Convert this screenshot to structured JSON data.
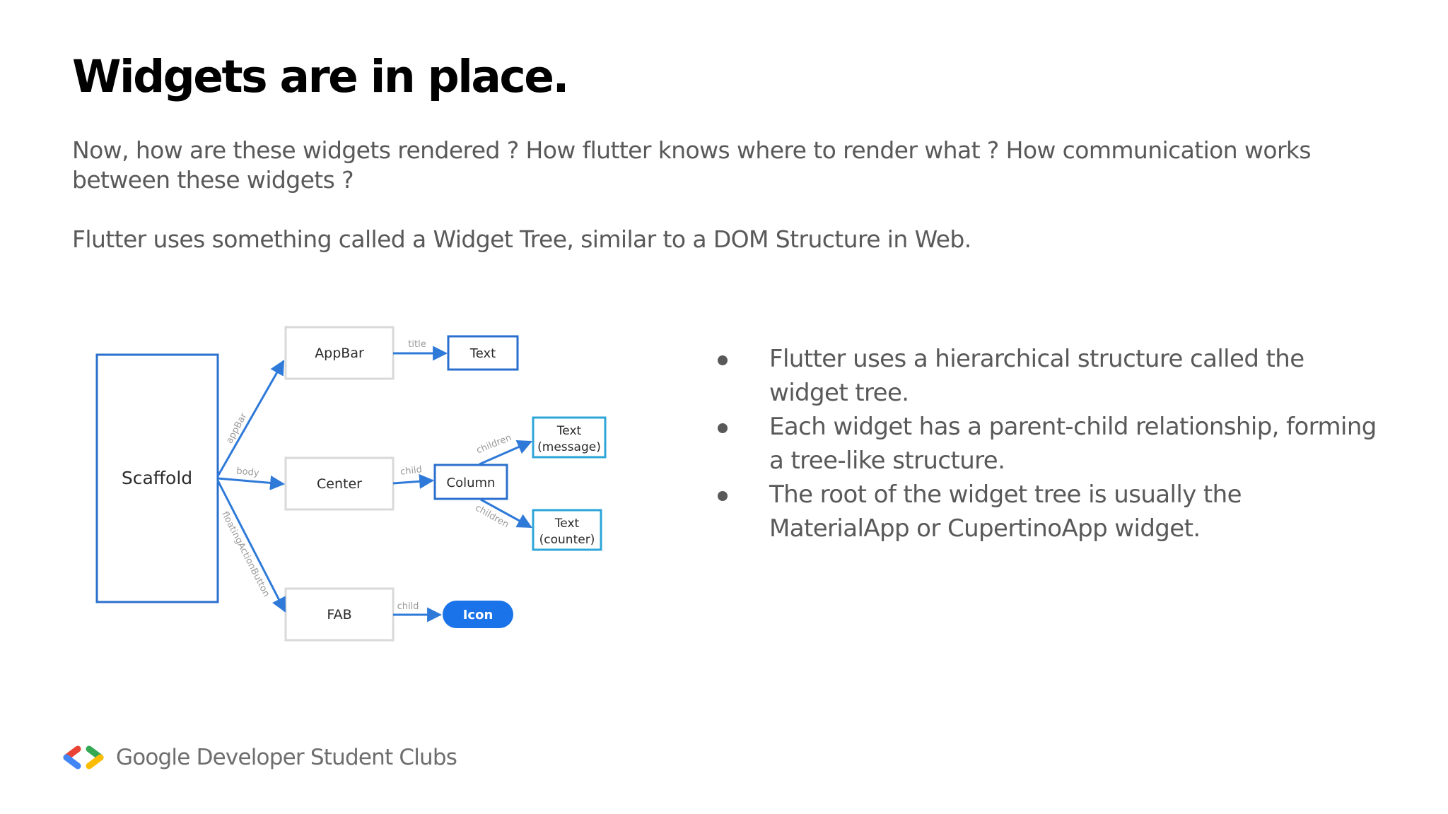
{
  "slide": {
    "title": "Widgets are in place.",
    "intro_line": "Now, how are these widgets rendered ? How flutter knows where to render what ? How communication works between these widgets ?",
    "intro_line2": "Flutter uses something called a Widget Tree, similar to a DOM Structure in Web."
  },
  "bullets": [
    "Flutter uses a hierarchical structure called the widget tree.",
    "Each widget has a parent-child relationship, forming a tree-like structure.",
    "The root of the widget tree is usually the MaterialApp or CupertinoApp widget."
  ],
  "diagram": {
    "nodes": {
      "scaffold": "Scaffold",
      "appbar": "AppBar",
      "center": "Center",
      "fab": "FAB",
      "text_title": "Text",
      "column": "Column",
      "text_message_1": "Text",
      "text_message_2": "(message)",
      "text_counter_1": "Text",
      "text_counter_2": "(counter)",
      "icon": "Icon"
    },
    "edges": {
      "appbar": "appBar",
      "body": "body",
      "fab": "floatingActionButton",
      "title": "title",
      "center_child": "child",
      "children_top": "children",
      "children_bottom": "children",
      "fab_child": "child"
    },
    "colors": {
      "blue_border": "#2b6fce",
      "cyan_border": "#2da6d8",
      "gray_border": "#d9d9d9",
      "arrow": "#2f7ad8",
      "icon_fill": "#1a73e8"
    }
  },
  "footer": {
    "logo_icon": "gdsc-brackets-logo",
    "text": "Google Developer Student Clubs",
    "colors": {
      "red": "#ea4335",
      "blue": "#4285f4",
      "green": "#34a853",
      "yellow": "#fbbc04"
    }
  }
}
